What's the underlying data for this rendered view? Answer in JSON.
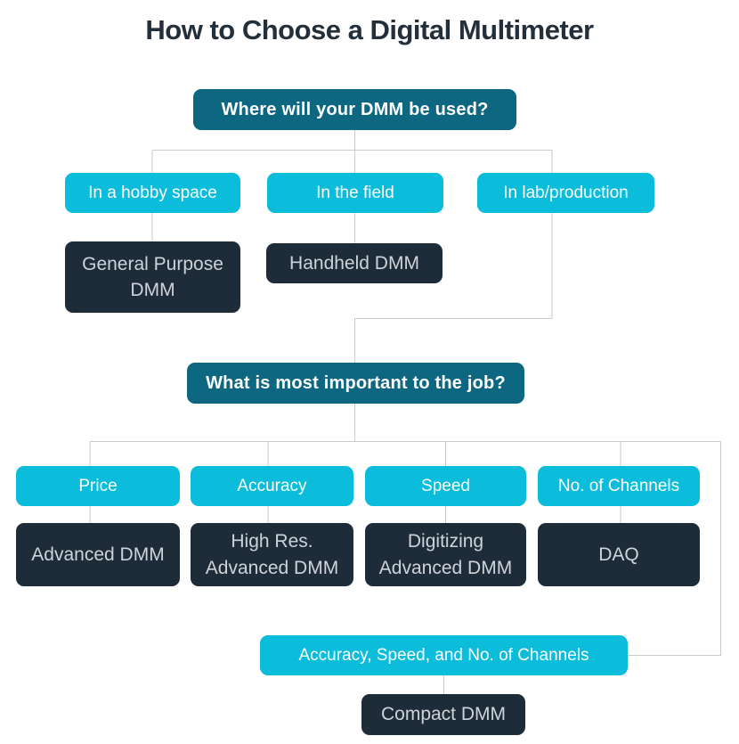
{
  "title": "How to Choose a Digital Multimeter",
  "colors": {
    "question_box": "#0e6780",
    "option_box": "#0bbcdb",
    "result_box": "#1e2c3a",
    "connector_line": "#c8cacb",
    "title_text": "#232f3b"
  },
  "flow": {
    "question1": "Where will your DMM be used?",
    "level1": [
      {
        "option": "In a hobby space",
        "result": "General Purpose DMM"
      },
      {
        "option": "In the field",
        "result": "Handheld DMM"
      },
      {
        "option": "In lab/production",
        "result": ""
      }
    ],
    "question2": "What is most important to the job?",
    "level2": [
      {
        "option": "Price",
        "result": "Advanced DMM"
      },
      {
        "option": "Accuracy",
        "result": "High Res. Advanced DMM"
      },
      {
        "option": "Speed",
        "result": "Digitizing Advanced DMM"
      },
      {
        "option": "No. of Channels",
        "result": "DAQ"
      }
    ],
    "combined_option": "Accuracy, Speed, and No. of Channels",
    "combined_result": "Compact DMM"
  }
}
